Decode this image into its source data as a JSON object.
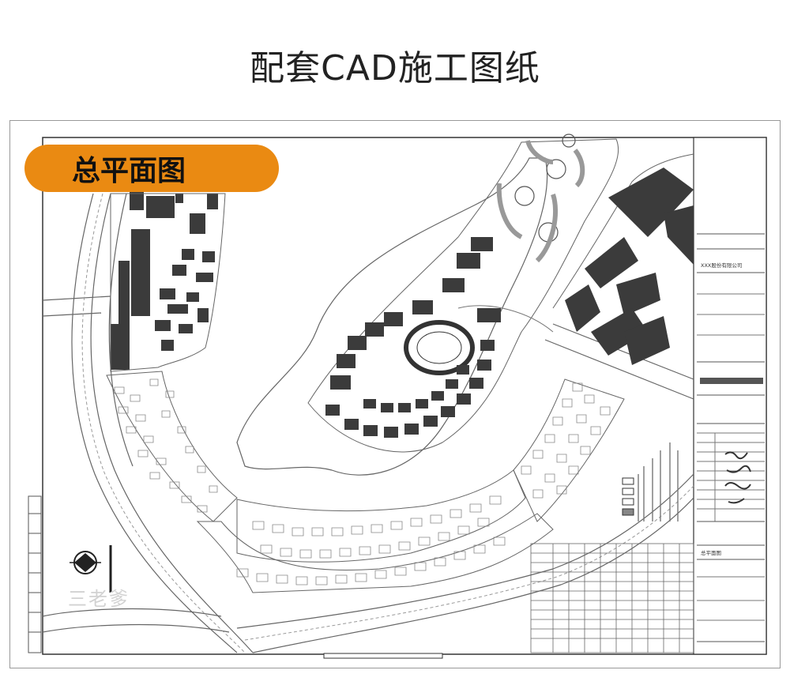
{
  "header": {
    "title": "配套CAD施工图纸"
  },
  "drawing": {
    "badge_label": "总平面图",
    "title_block": {
      "company": "XXX股份有限公司",
      "sheet_name": "总平面图"
    }
  },
  "watermark": "三老爹",
  "colors": {
    "badge": "#ea8a12",
    "building": "#3b3b3b",
    "line": "#555555"
  }
}
